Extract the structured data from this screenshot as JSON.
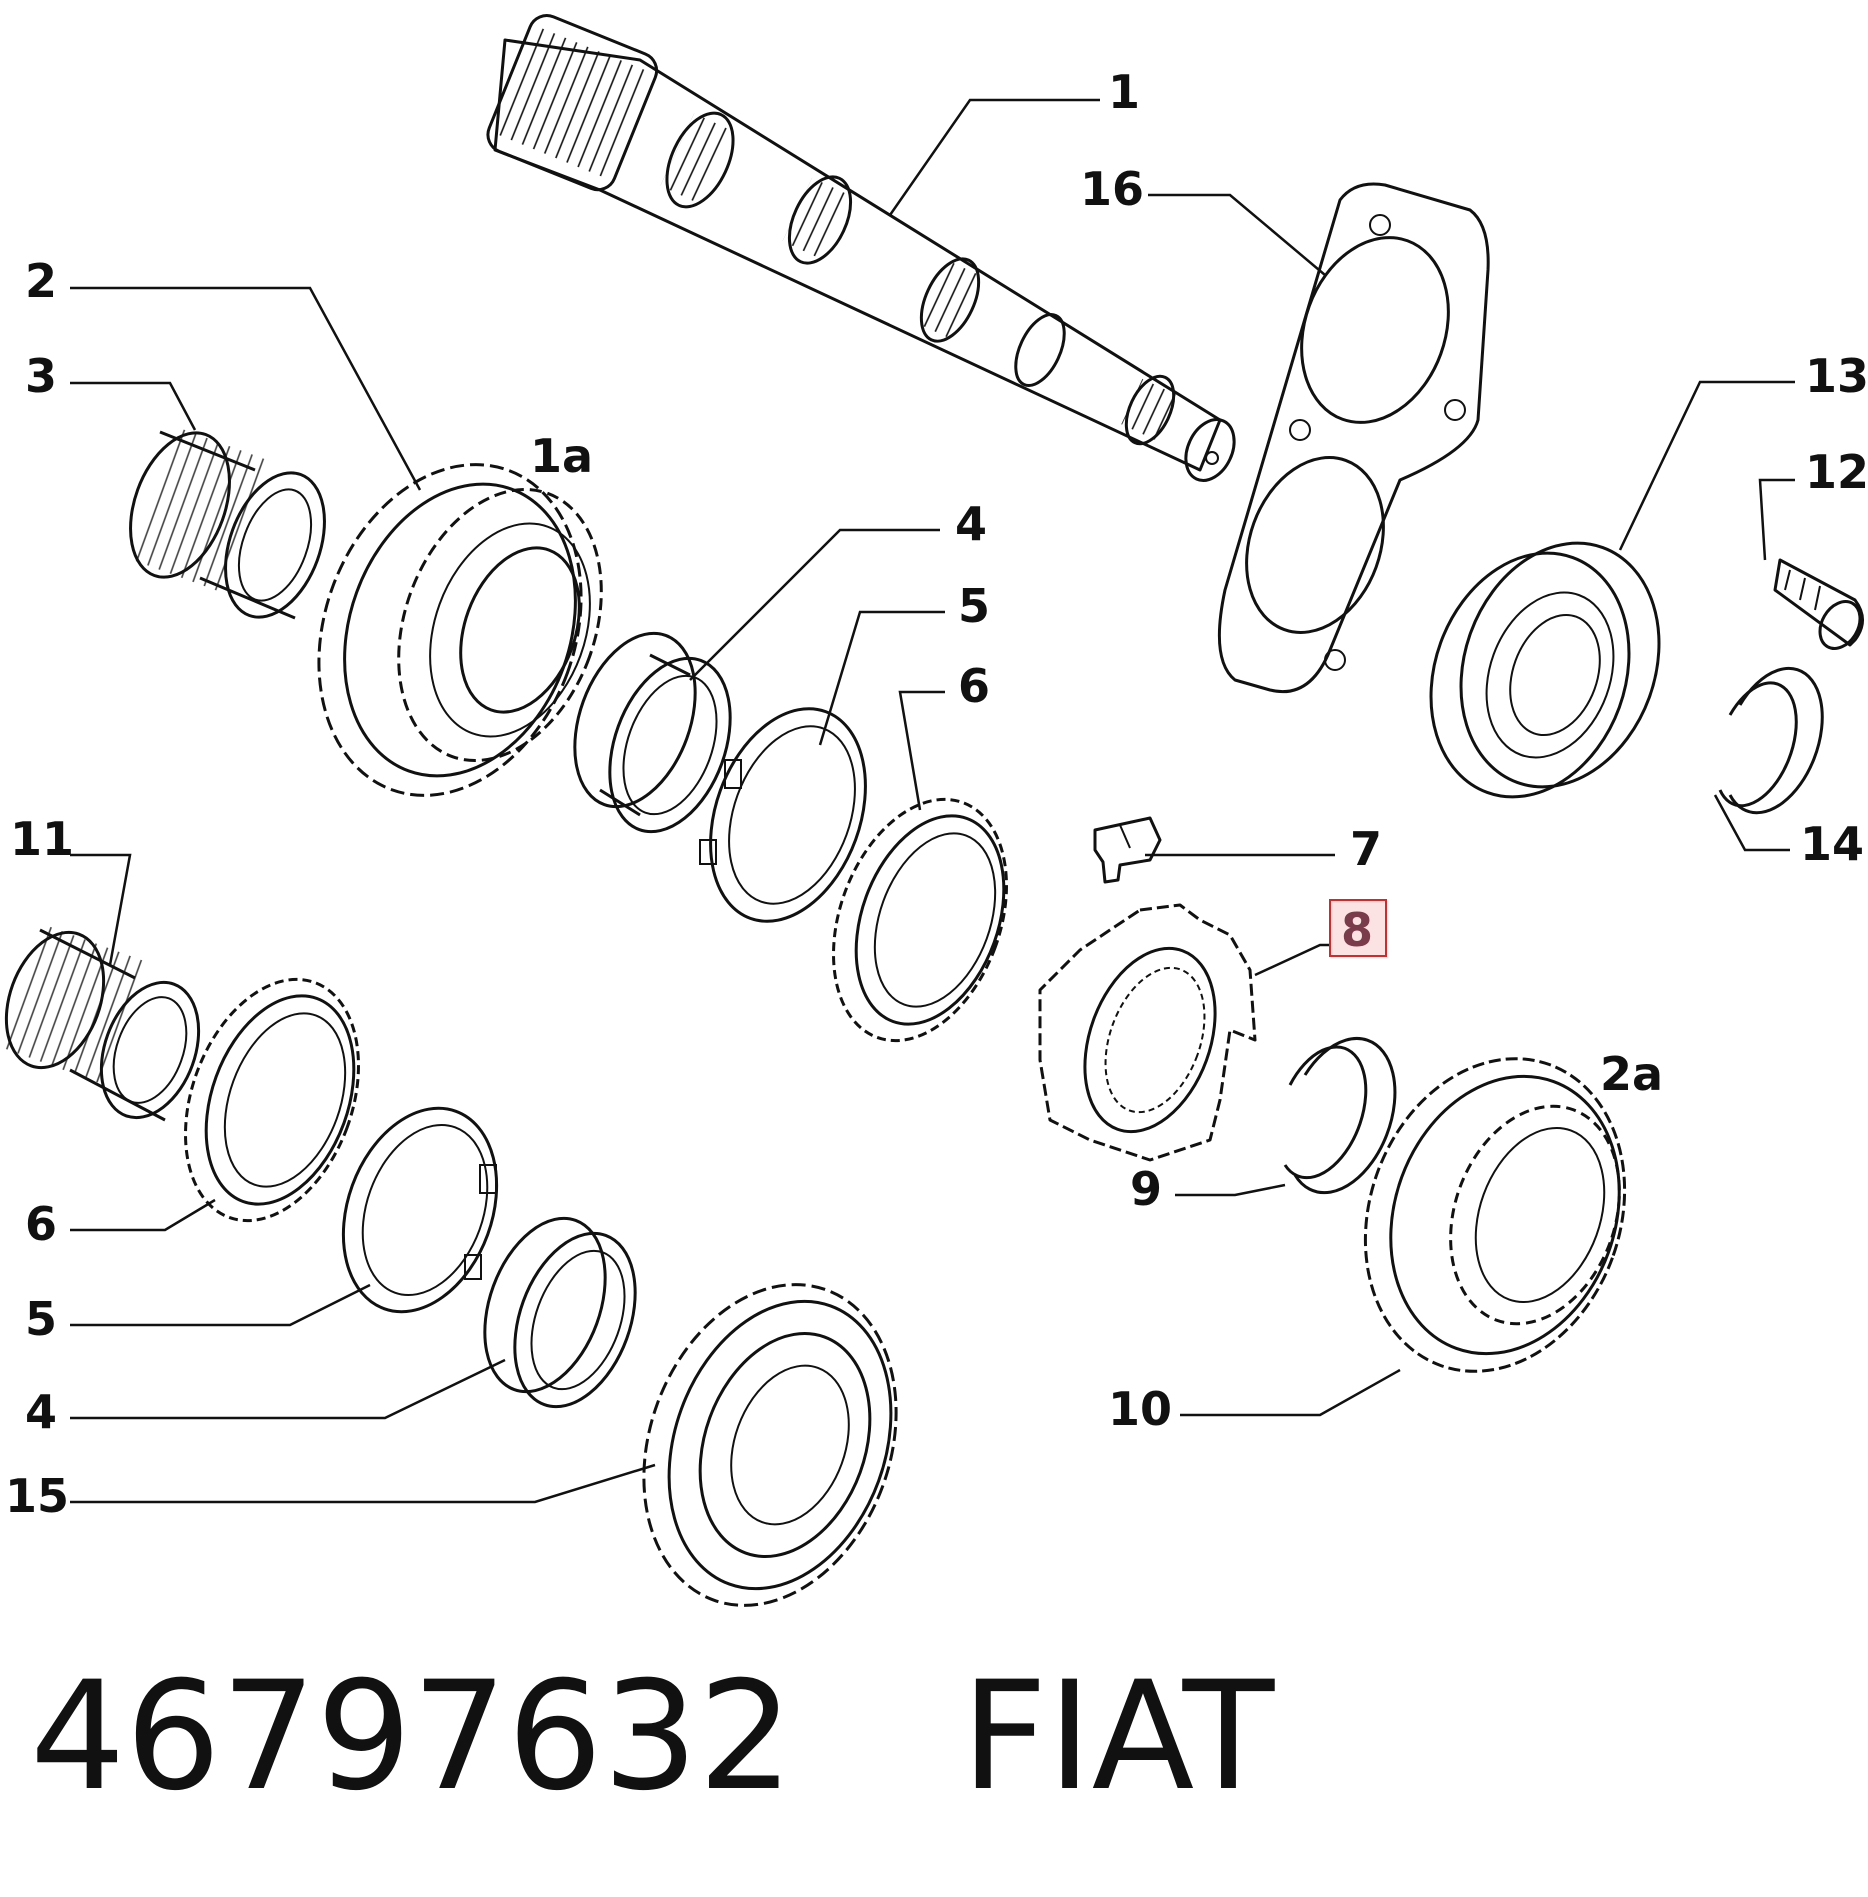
{
  "callouts": {
    "c1": "1",
    "c1a": "1a",
    "c2": "2",
    "c2a": "2a",
    "c3": "3",
    "c4_top": "4",
    "c4_bottom": "4",
    "c5_top": "5",
    "c5_bottom": "5",
    "c6_top": "6",
    "c6_bottom": "6",
    "c7": "7",
    "c8": "8",
    "c9": "9",
    "c10": "10",
    "c11": "11",
    "c12": "12",
    "c13": "13",
    "c14": "14",
    "c15": "15",
    "c16": "16"
  },
  "highlighted_callout": "8",
  "highlight_color": "#d62828",
  "footer": {
    "part_number": "46797632",
    "brand": "FIAT"
  }
}
